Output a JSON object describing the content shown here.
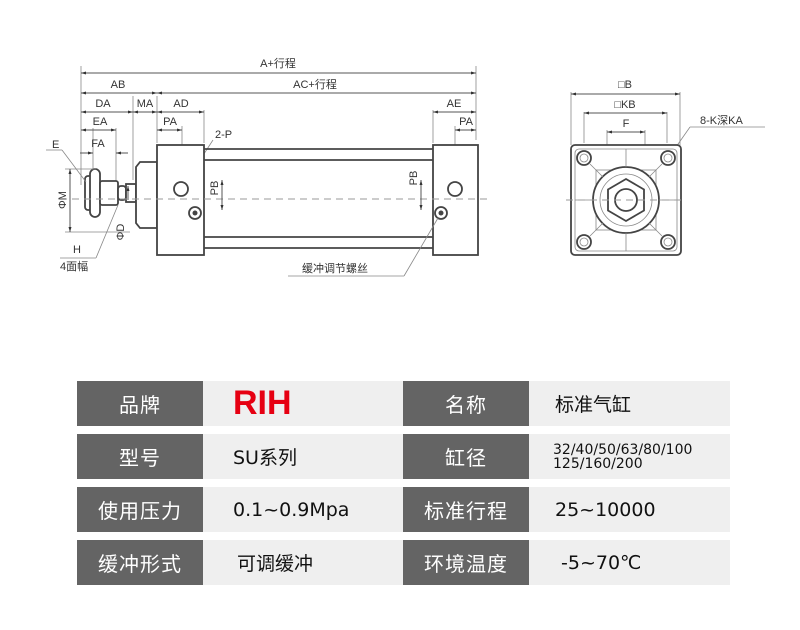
{
  "drawing": {
    "side_view_labels": {
      "a_stroke": "A+行程",
      "ab": "AB",
      "ac_stroke": "AC+行程",
      "da": "DA",
      "ma": "MA",
      "ad": "AD",
      "ae": "AE",
      "ea": "EA",
      "fa": "FA",
      "pa_left": "PA",
      "pa_right": "PA",
      "two_p": "2-P",
      "e": "E",
      "phi_m": "ΦM",
      "phi_d": "ΦD",
      "h": "H",
      "four_flats": "4面幅",
      "pb_left": "PB",
      "pb_right": "PB",
      "cushion_screw": "缓冲调节螺丝"
    },
    "end_view_labels": {
      "b": "□B",
      "kb": "□KB",
      "f": "F",
      "k_depth": "8-K深KA"
    }
  },
  "spec_table": {
    "rows": [
      {
        "label1": "品牌",
        "value1": "RIH",
        "label2": "名称",
        "value2": "标准气缸"
      },
      {
        "label1": "型号",
        "value1": "SU系列",
        "label2": "缸径",
        "value2_line1": "32/40/50/63/80/100",
        "value2_line2": "125/160/200"
      },
      {
        "label1": "使用压力",
        "value1": "0.1~0.9Mpa",
        "label2": "标准行程",
        "value2": "25~10000"
      },
      {
        "label1": "缓冲形式",
        "value1": "可调缓冲",
        "label2": "环境温度",
        "value2": "-5~70℃"
      }
    ],
    "colors": {
      "label_bg": "#646464",
      "value_bg": "#efefef",
      "brand": "#e60012"
    }
  }
}
